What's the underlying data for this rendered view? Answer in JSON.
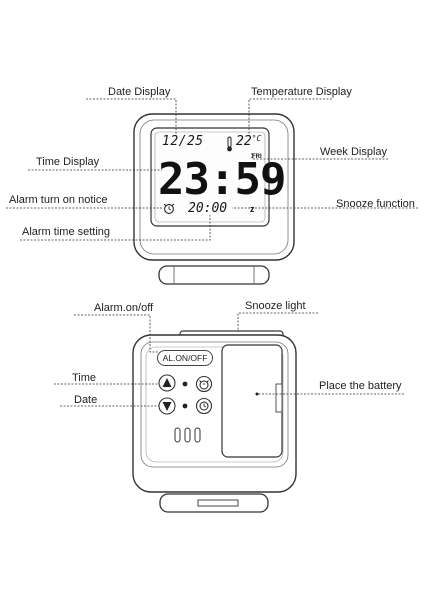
{
  "labels": {
    "date_display": "Date Display",
    "temperature_display": "Temperature Display",
    "time_display": "Time Display",
    "week_display": "Week Display",
    "alarm_turn_on_notice": "Alarm turn on notice",
    "snooze_function": "Snooze function",
    "alarm_time_setting": "Alarm time setting",
    "alarm_on_off": "Alarm.on/off",
    "snooze_light": "Snooze light",
    "time": "Time",
    "date": "Date",
    "place_battery": "Place the battery"
  },
  "lcd": {
    "date": "12/25",
    "temperature": "22",
    "temperature_unit": "°C",
    "time": "23:59",
    "weekday": "FRI",
    "alarm_time": "20:00",
    "snooze_symbol": "z"
  },
  "back": {
    "alarm_button_label": "AL.ON/OFF"
  },
  "icons": [
    "thermometer-icon",
    "alarm-clock-icon",
    "snooze-icon",
    "up-triangle-icon",
    "down-triangle-icon",
    "clock-icon"
  ]
}
